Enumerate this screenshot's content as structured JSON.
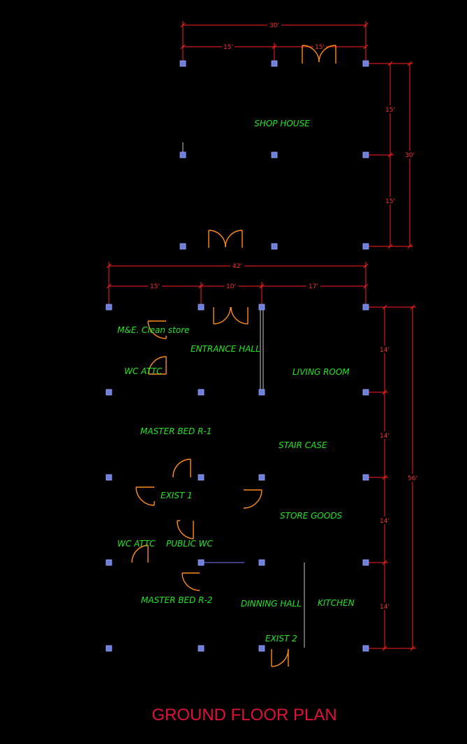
{
  "title": "GROUND FLOOR PLAN",
  "colors": {
    "background": "#000000",
    "room_labels": "#22e622",
    "dimensions": "#ff2020",
    "doors": "#ff8c1a",
    "columns": "#6d7fd8",
    "title": "#e0103a"
  },
  "shop_house": {
    "label": "SHOP HOUSE",
    "dims": {
      "overall_width": "30'",
      "left_bay": "15'",
      "right_bay": "15'",
      "side_top": "15'",
      "side_total": "30'",
      "side_bottom": "15'"
    }
  },
  "house": {
    "dims": {
      "overall_width": "42'",
      "bay_1": "15'",
      "bay_2": "10'",
      "bay_3": "17'",
      "row_1": "14'",
      "row_2": "14'",
      "row_3": "14'",
      "row_4": "14'",
      "side_total": "56'"
    },
    "rooms": {
      "me_store": "M&E. Clean store",
      "entrance_hall": "ENTRANCE HALL",
      "wc_attc_1": "WC ATTC",
      "living_room": "LIVING ROOM",
      "master_bed_1": "MASTER BED R-1",
      "stair_case": "STAIR CASE",
      "exist_1": "EXIST 1",
      "store_goods": "STORE GOODS",
      "wc_attc_2": "WC ATTC",
      "public_wc": "PUBLIC WC",
      "master_bed_2": "MASTER BED R-2",
      "dinning_hall": "DINNING HALL",
      "kitchen": "KITCHEN",
      "exist_2": "EXIST 2"
    }
  }
}
